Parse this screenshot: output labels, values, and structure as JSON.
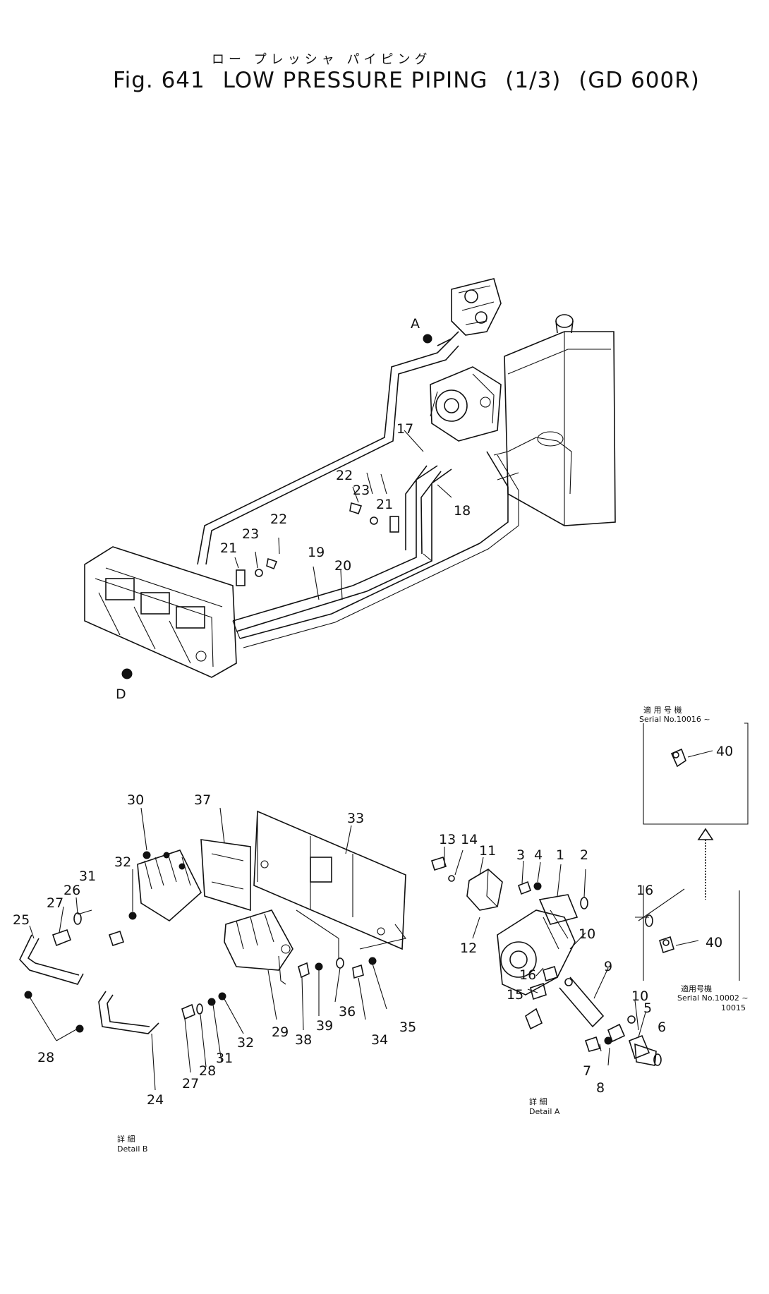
{
  "header": {
    "katakana": "ロー プレッシャ パイピング",
    "fig": "Fig. 641",
    "name": "LOW PRESSURE PIPING",
    "part": "(1/3)",
    "model": "(GD 600R)"
  },
  "views": {
    "view_a": "A",
    "view_d": "D",
    "detail_a_jp": "詳 細",
    "detail_a": "Detail A",
    "detail_b_jp": "詳 細",
    "detail_b": "Detail B"
  },
  "serial_notes": {
    "upper_jp": "適 用 号 機",
    "upper": "Serial No.10016 ~",
    "lower_jp": "適用号機",
    "lower": "Serial No.10002 ~",
    "lower_2": "10015"
  },
  "callouts": {
    "main": [
      "17",
      "18",
      "22",
      "23",
      "21",
      "22",
      "23",
      "21",
      "19",
      "20"
    ],
    "detail_b": [
      "30",
      "37",
      "33",
      "32",
      "31",
      "26",
      "27",
      "25",
      "28",
      "24",
      "27",
      "28",
      "31",
      "32",
      "29",
      "38",
      "39",
      "36",
      "34",
      "35"
    ],
    "detail_a": [
      "13",
      "14",
      "11",
      "3",
      "4",
      "1",
      "2",
      "12",
      "16",
      "15",
      "10",
      "9",
      "16",
      "10",
      "5",
      "6",
      "7",
      "8",
      "40",
      "40"
    ]
  }
}
